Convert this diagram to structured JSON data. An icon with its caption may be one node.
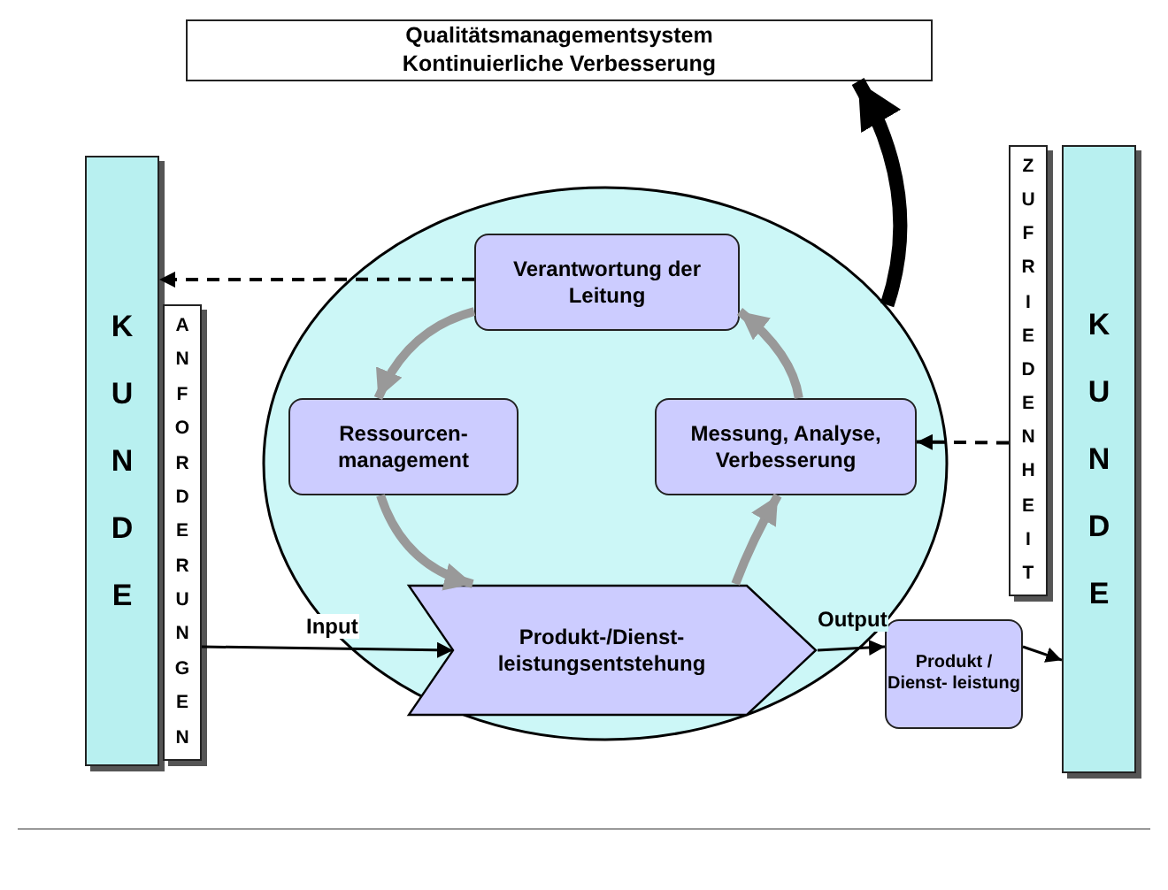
{
  "diagram": {
    "nodes": [
      {
        "text": [
          "Qualitätsmanagementsystem Kontinuierliche Verbesserung"
        ]
      },
      {
        "text": [
          "KUNDE"
        ]
      },
      {
        "text": [
          "ANFORDERUNGEN"
        ]
      },
      {
        "text": [],
        "shape": "circle"
      },
      {
        "text": [
          "Verantwortung der Leitung"
        ],
        "in": 3
      },
      {
        "text": [
          "Ressourcen- management"
        ],
        "in": 3
      },
      {
        "text": [
          "Messung, Analyse, Verbesserung"
        ],
        "in": 3
      },
      {
        "text": [
          "Produkt-/Dienst- leistungsentstehung"
        ],
        "in": 3
      },
      {
        "text": [
          "ZUFRIEDENHEIT"
        ]
      },
      {
        "text": [
          "KUNDE"
        ]
      },
      {
        "text": [
          "Produkt / Dienst- leistung"
        ]
      }
    ],
    "edges": [
      {
        "from": 4,
        "to": 1,
        "arrow": "to",
        "style": "dashed"
      },
      {
        "from": 4,
        "to": 5,
        "arrow": "to",
        "style": "thick",
        "color": "#999999"
      },
      {
        "from": 5,
        "to": 7,
        "arrow": "to",
        "style": "thick",
        "color": "#999999"
      },
      {
        "from": 7,
        "to": 6,
        "arrow": "to",
        "style": "thick",
        "color": "#999999"
      },
      {
        "from": 6,
        "to": 4,
        "arrow": "to",
        "style": "thick",
        "color": "#999999"
      },
      {
        "from": 8,
        "to": 6,
        "arrow": "to",
        "style": "dashed"
      },
      {
        "from": 3,
        "to": 0,
        "arrow": "to",
        "style": "thick"
      },
      {
        "from": 2,
        "to": 7,
        "arrow": "to",
        "label": "Input"
      },
      {
        "from": 7,
        "to": 10,
        "arrow": "to",
        "label": "Output"
      },
      {
        "from": 10,
        "to": 9,
        "arrow": "to"
      }
    ]
  }
}
